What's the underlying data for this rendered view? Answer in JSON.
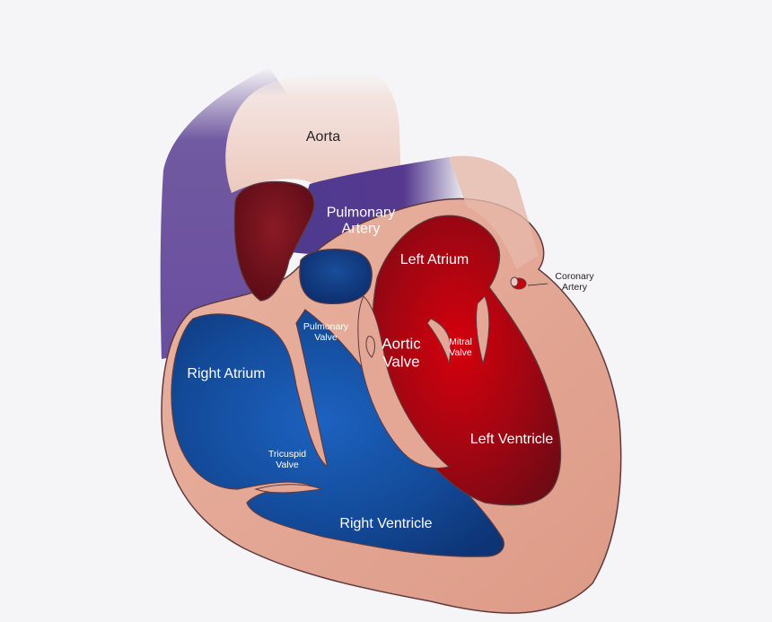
{
  "labels": {
    "aorta": "Aorta",
    "pulmonary_artery": [
      "Pulmonary",
      "Artery"
    ],
    "left_atrium": "Left Atrium",
    "coronary_artery": [
      "Coronary",
      "Artery"
    ],
    "pulmonary_valve": [
      "Pulmonary",
      "Valve"
    ],
    "aortic_valve": [
      "Aortic",
      "Valve"
    ],
    "mitral_valve": [
      "Mitral",
      "Valve"
    ],
    "right_atrium": "Right Atrium",
    "tricuspid_valve": [
      "Tricuspid",
      "Valve"
    ],
    "left_ventricle": "Left Ventricle",
    "right_ventricle": "Right Ventricle"
  },
  "colors": {
    "background": "#f5f4f6",
    "muscle": "#e6a795",
    "oxygenated": "#c8000c",
    "deoxygenated": "#1a5db8",
    "vein_purple": "#5a3f92",
    "aorta_pale": "#f1ddd7",
    "label_light": "#ffffff",
    "label_dark": "#2a2226"
  }
}
